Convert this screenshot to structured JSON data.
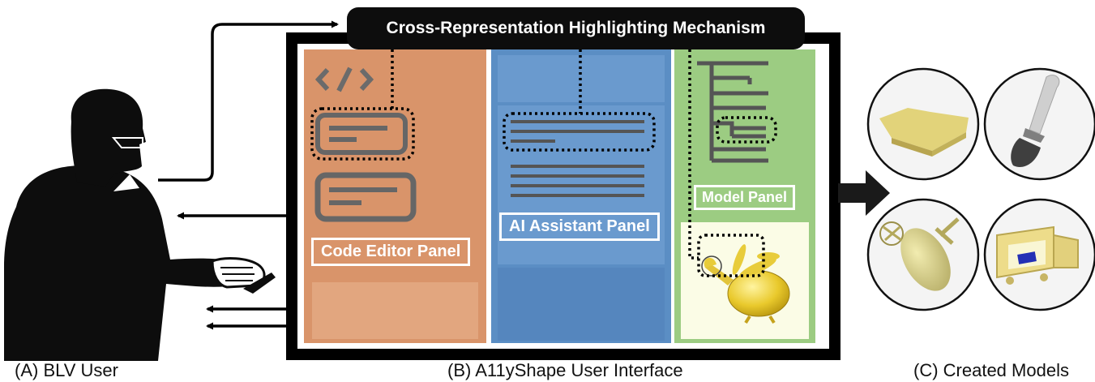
{
  "diagram": {
    "mechanism_label": "Cross-Representation Highlighting Mechanism",
    "panels": {
      "code_editor": "Code Editor Panel",
      "ai_assistant": "AI Assistant Panel",
      "model": "Model Panel"
    },
    "captions": {
      "user": "(A) BLV User",
      "interface": "(B) A11yShape User Interface",
      "models": "(C) Created Models"
    },
    "code_icon_text": "</>"
  },
  "colors": {
    "code_panel": "#d9946a",
    "ai_panel": "#5b8ec4",
    "model_panel": "#9ccc82",
    "model_viewport": "#fbfce6",
    "frame": "#000000",
    "model_yellow": "#e8cc3a"
  }
}
